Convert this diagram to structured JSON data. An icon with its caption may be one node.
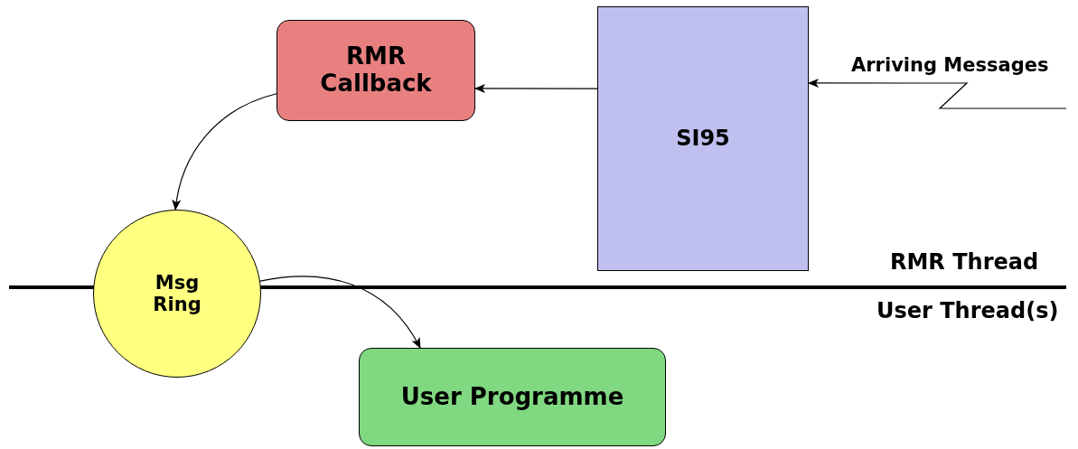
{
  "diagram": {
    "nodes": [
      {
        "text": [
          "RMR Callback"
        ]
      },
      {
        "text": [
          "SI95"
        ]
      },
      {
        "text": [
          "Msg Ring"
        ]
      },
      {
        "text": [
          "User Programme"
        ]
      }
    ],
    "edges": [
      {
        "from": 1,
        "to": 0,
        "arrow": "to"
      },
      {
        "from": 0,
        "to": 2,
        "arrow": "to"
      },
      {
        "from": 2,
        "to": 3,
        "arrow": "to"
      },
      {
        "from": null,
        "to": 1,
        "arrow": "to",
        "label": "Arriving Messages"
      }
    ],
    "labels": [
      "RMR Thread",
      "User Thread(s)"
    ]
  }
}
